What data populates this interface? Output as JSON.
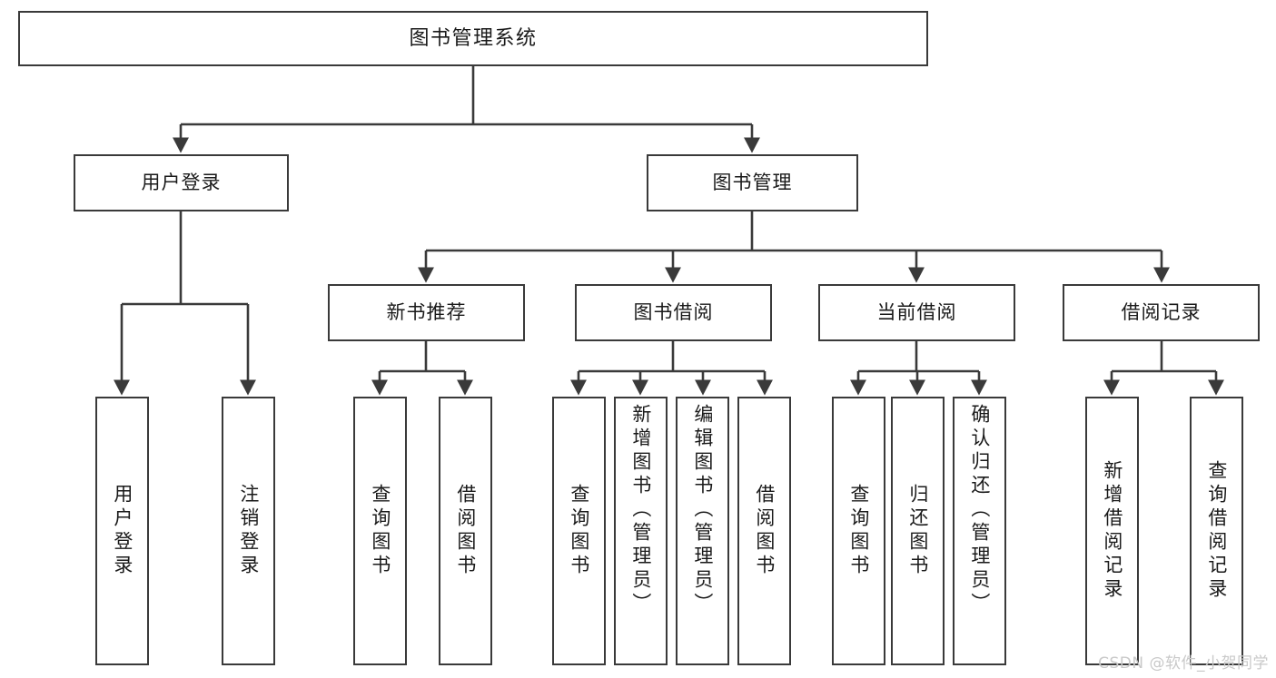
{
  "diagram": {
    "type": "tree",
    "title": "图书管理系统",
    "style": {
      "background": "#ffffff",
      "box_border": "#3a3a3a",
      "box_fill": "#ffffff",
      "line": "#3a3a3a",
      "text": "#1a1a1a",
      "watermark": "#c9c9c9"
    },
    "root": {
      "label": "图书管理系统"
    },
    "level2": [
      {
        "label": "用户登录"
      },
      {
        "label": "图书管理"
      }
    ],
    "level3": [
      {
        "label": "新书推荐"
      },
      {
        "label": "图书借阅"
      },
      {
        "label": "当前借阅"
      },
      {
        "label": "借阅记录"
      }
    ],
    "leaves": {
      "user_login": [
        {
          "label": "用户登录"
        },
        {
          "label": "注销登录"
        }
      ],
      "new_book": [
        {
          "label": "查询图书"
        },
        {
          "label": "借阅图书"
        }
      ],
      "book_borrow": [
        {
          "label": "查询图书"
        },
        {
          "label": "新增图书（管理员）"
        },
        {
          "label": "编辑图书（管理员）"
        },
        {
          "label": "借阅图书"
        }
      ],
      "current_borrow": [
        {
          "label": "查询图书"
        },
        {
          "label": "归还图书"
        },
        {
          "label": "确认归还（管理员）"
        }
      ],
      "borrow_record": [
        {
          "label": "新增借阅记录"
        },
        {
          "label": "查询借阅记录"
        }
      ]
    }
  },
  "watermark": {
    "text": "CSDN @软件_小贺同学"
  }
}
